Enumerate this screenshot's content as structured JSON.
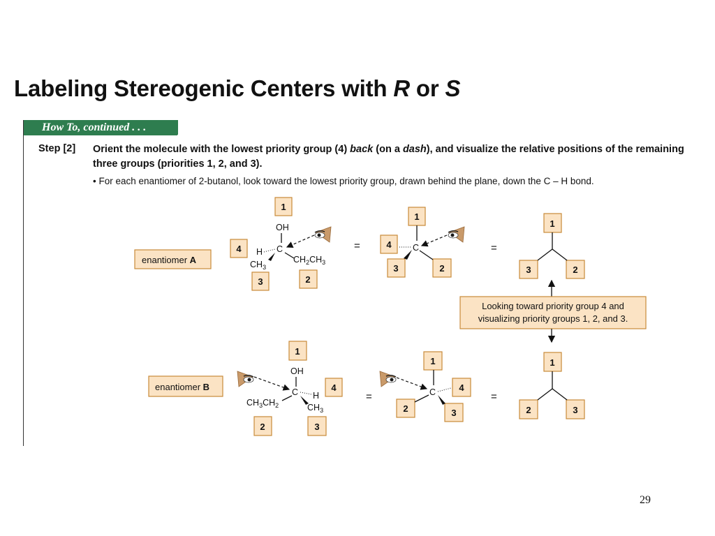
{
  "slide": {
    "title_prefix": "Labeling Stereogenic Centers with ",
    "title_r": "R",
    "title_or": " or ",
    "title_s": "S",
    "page_number": "29"
  },
  "howto": {
    "header": "How To, continued . . ."
  },
  "step": {
    "label": "Step [2]",
    "text_1": "Orient the molecule with the lowest priority group (4) ",
    "text_back": "back",
    "text_2": " (on a ",
    "text_dash": "dash",
    "text_3": "), and visualize the relative positions of the remaining three groups (priorities 1, 2, and 3).",
    "bullet": "•  For each enantiomer of 2-butanol, look toward the lowest priority group, drawn behind the plane, down the C – H bond."
  },
  "figure": {
    "enantiomer_a": "enantiomer ",
    "enantiomer_a_letter": "A",
    "enantiomer_b": "enantiomer ",
    "enantiomer_b_letter": "B",
    "equals": "=",
    "oh": "OH",
    "c": "C",
    "h": "H",
    "ch3": "CH",
    "ch3_sub": "3",
    "ch2ch3_a": "CH",
    "ch2ch3_b": "2",
    "ch2ch3_c": "CH",
    "ch2ch3_d": "3",
    "note_line1": "Looking toward priority group 4 and",
    "note_line2": "visualizing priority groups 1, 2, and 3.",
    "priorities": {
      "one": "1",
      "two": "2",
      "three": "3",
      "four": "4"
    }
  },
  "colors": {
    "header_green": "#2e7d4f",
    "box_fill": "#fbe3c4",
    "box_stroke": "#c88a3a"
  },
  "icons": [
    "eye-icon"
  ]
}
